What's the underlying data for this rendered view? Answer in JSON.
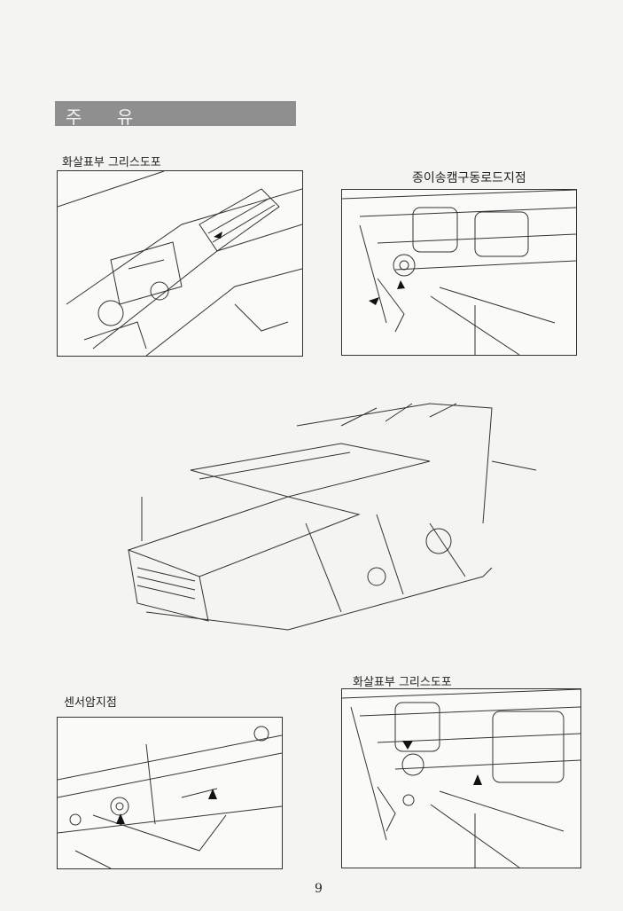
{
  "header": {
    "title_chars": [
      "주",
      "유"
    ]
  },
  "figures": [
    {
      "caption": "화살표부 그리스도포"
    },
    {
      "caption": "종이송캠구동로드지점"
    },
    {
      "caption": "센서암지점"
    },
    {
      "caption": "화살표부 그리스도포"
    }
  ],
  "footer": {
    "page_number": "9"
  }
}
